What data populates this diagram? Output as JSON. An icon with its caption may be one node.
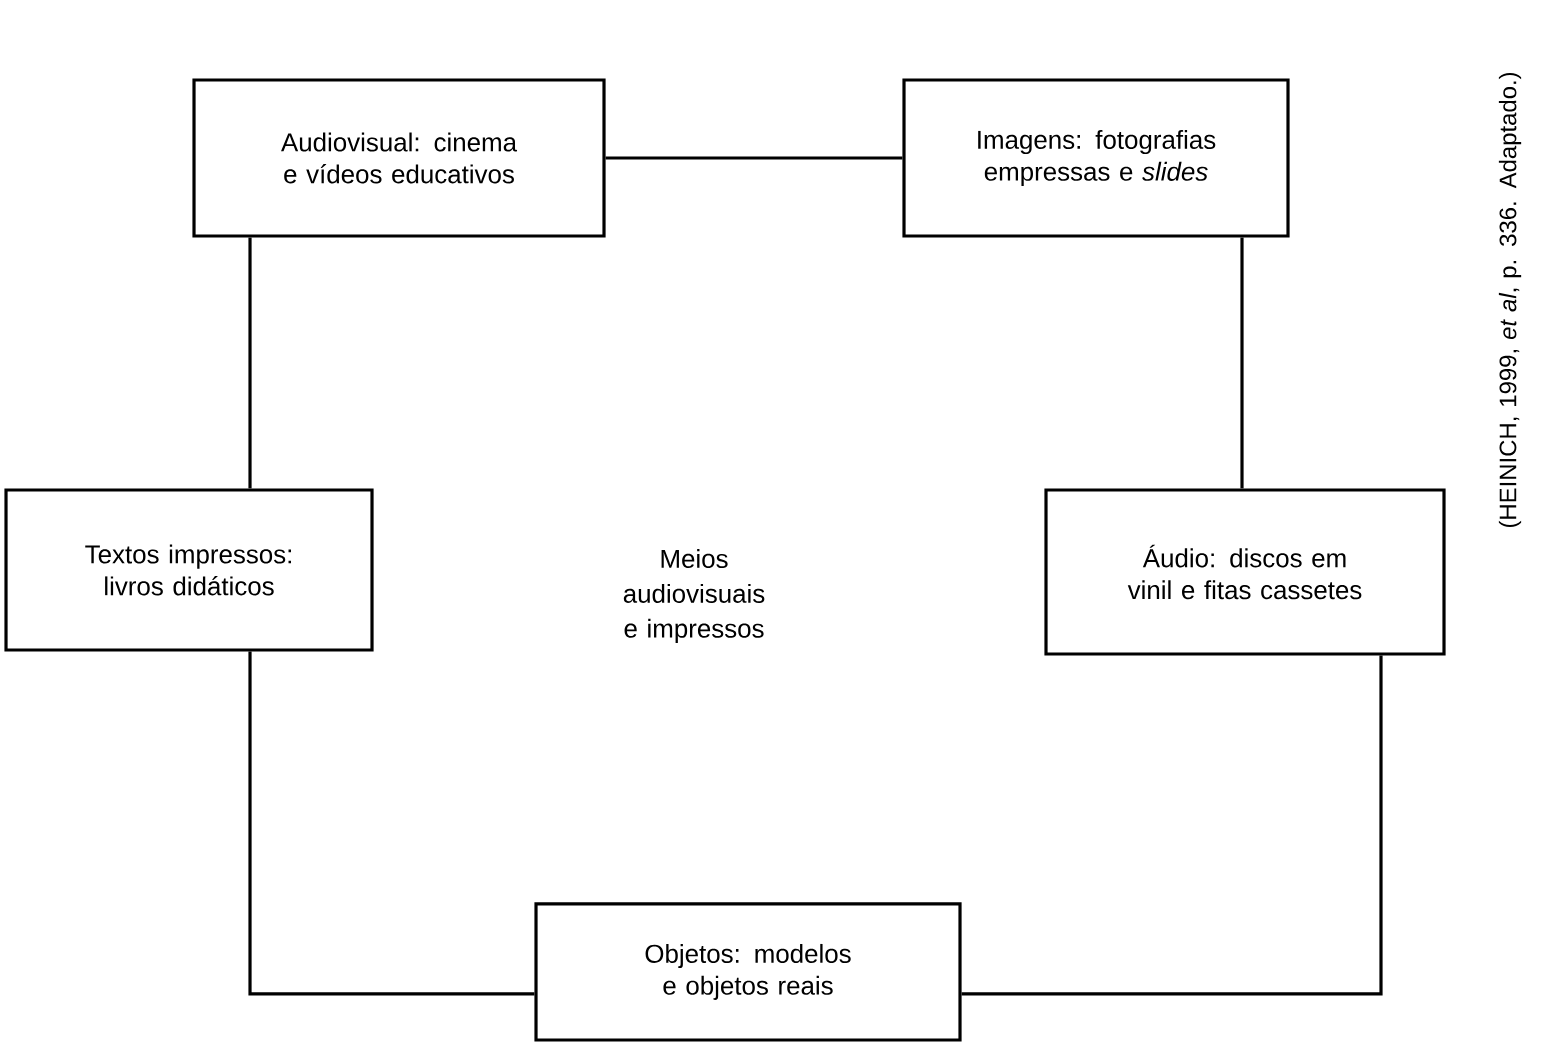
{
  "diagram": {
    "nodes": [
      {
        "text": [
          "Audiovisual: cinema e vídeos educativos"
        ]
      },
      {
        "text": [
          "Imagens: fotografias empressas e *slides*"
        ]
      },
      {
        "text": [
          "Textos impressos: livros didáticos"
        ]
      },
      {
        "text": [
          "Áudio: discos em vinil e fitas cassetes"
        ]
      },
      {
        "text": [
          "Objetos: modelos e objetos reais"
        ]
      }
    ],
    "edges": [
      {
        "from": 0,
        "to": 1,
        "arrow": "none"
      },
      {
        "from": 0,
        "to": 2,
        "arrow": "none"
      },
      {
        "from": 1,
        "to": 3,
        "arrow": "none"
      },
      {
        "from": 2,
        "to": 4,
        "arrow": "none"
      },
      {
        "from": 3,
        "to": 4,
        "arrow": "none"
      }
    ],
    "labels": [
      "Meios audiovisuais e impressos",
      "(HEINICH, 1999, *et al*, p. 336. Adaptado.)"
    ]
  }
}
